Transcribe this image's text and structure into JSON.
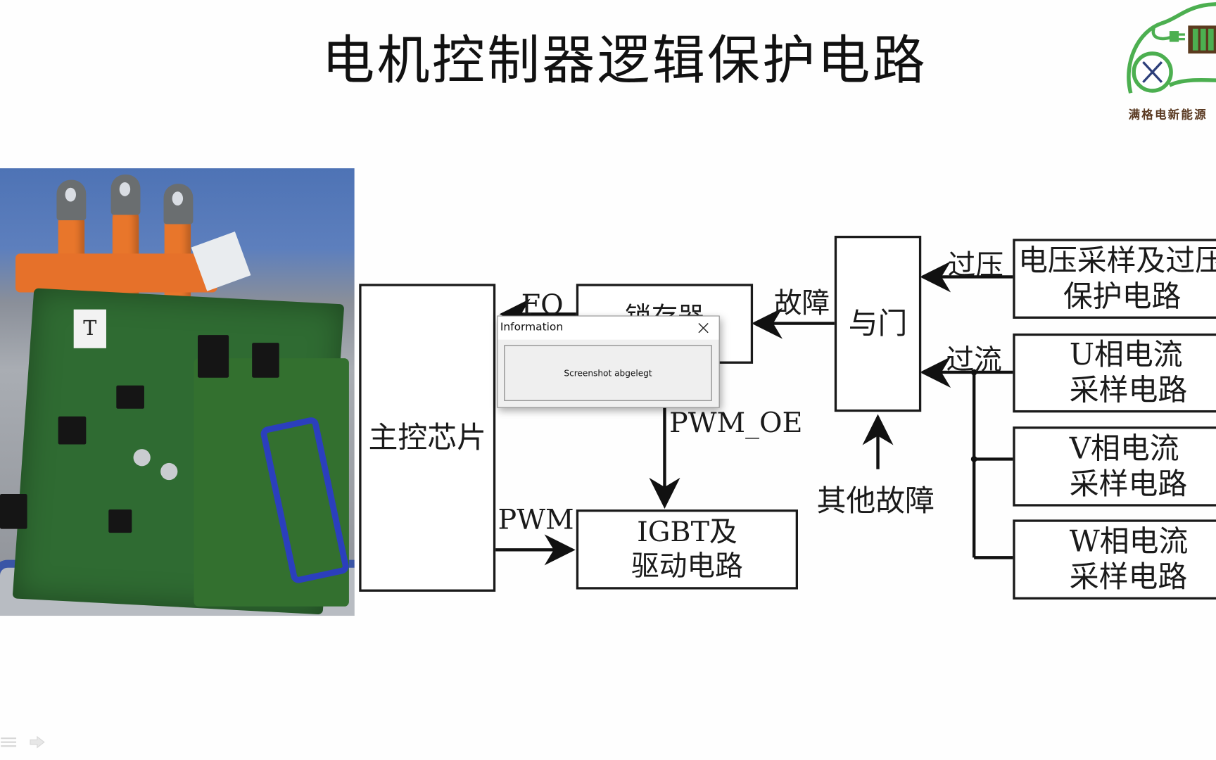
{
  "slide": {
    "title": "电机控制器逻辑保护电路",
    "logo": {
      "text": "满格电新能源",
      "icon": "ev-car-battery-plug-tools-icon",
      "colors": {
        "green": "#4caf50",
        "battery": "#5b3a1e",
        "text": "#5a3a22"
      }
    }
  },
  "photo": {
    "description": "Tesla motor controller PCB photo",
    "icon": "pcb-photo",
    "board_label": "T"
  },
  "diagram": {
    "blocks": {
      "main_chip": "主控芯片",
      "storage": "锁存器",
      "and_gate": "与门",
      "igbt_line1": "IGBT及",
      "igbt_line2": "驱动电路",
      "voltage_line1": "电压采样及过压",
      "voltage_line2": "保护电路",
      "u_line1": "U相电流",
      "u_line2": "采样电路",
      "v_line1": "V相电流",
      "v_line2": "采样电路",
      "w_line1": "W相电流",
      "w_line2": "采样电路"
    },
    "labels": {
      "fo": "FO",
      "fault": "故障",
      "overvoltage": "过压",
      "overcurrent": "过流",
      "pwm_oe": "PWM_OE",
      "pwm": "PWM",
      "other_faults": "其他故障"
    }
  },
  "dialog": {
    "title": "Information",
    "message": "Screenshot abgelegt",
    "close_icon": "close-icon"
  },
  "nav": {
    "menu_icon": "menu-icon",
    "next_icon": "arrow-right-icon"
  }
}
